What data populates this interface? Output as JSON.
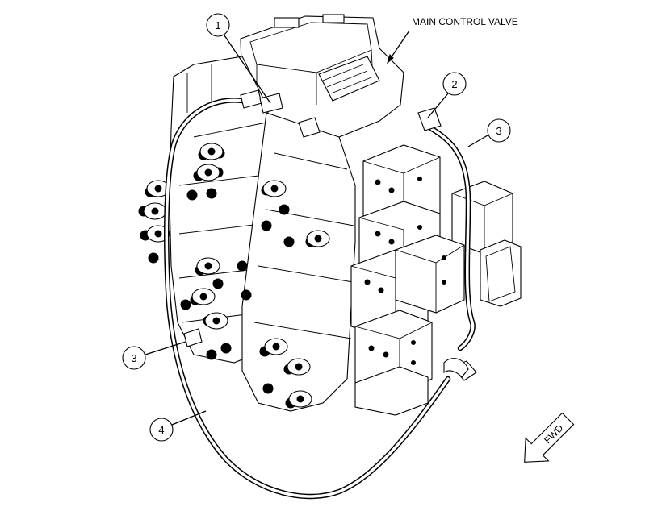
{
  "title": "MAIN CONTROL VALVE",
  "callouts": [
    "1",
    "2",
    "3",
    "3",
    "4"
  ],
  "fwd_label": "FWD"
}
